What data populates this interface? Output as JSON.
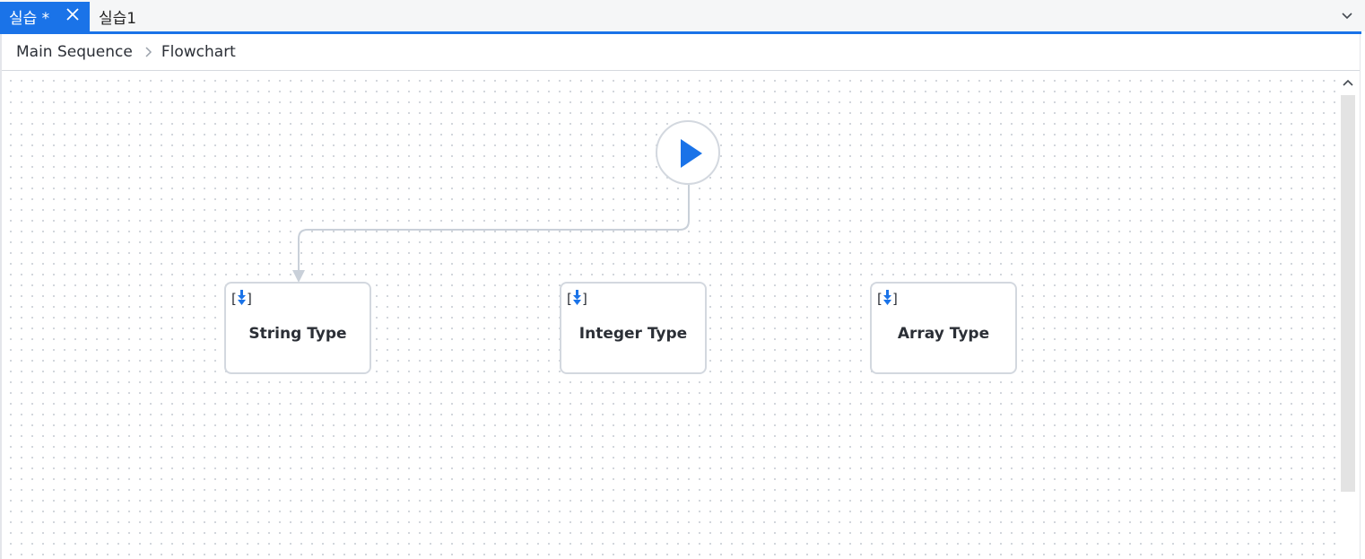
{
  "tabs": {
    "active": {
      "label": "실습 *",
      "close_icon": "close-icon"
    },
    "inactive": {
      "label": "실습1"
    },
    "dropdown_icon": "chevron-down-icon"
  },
  "breadcrumb": {
    "items": [
      "Main Sequence",
      "Flowchart"
    ],
    "separator_icon": "chevron-right-icon"
  },
  "flowchart": {
    "start_icon": "play-icon",
    "activities": [
      {
        "label": "String Type",
        "icon": "assign-icon",
        "bracket_left": "[",
        "bracket_right": "]"
      },
      {
        "label": "Integer Type",
        "icon": "assign-icon",
        "bracket_left": "[",
        "bracket_right": "]"
      },
      {
        "label": "Array Type",
        "icon": "assign-icon",
        "bracket_left": "[",
        "bracket_right": "]"
      }
    ]
  },
  "colors": {
    "accent": "#1a73e8",
    "node_border": "#d3d8df",
    "connector": "#c9d0d9",
    "text": "#2b2f36"
  }
}
